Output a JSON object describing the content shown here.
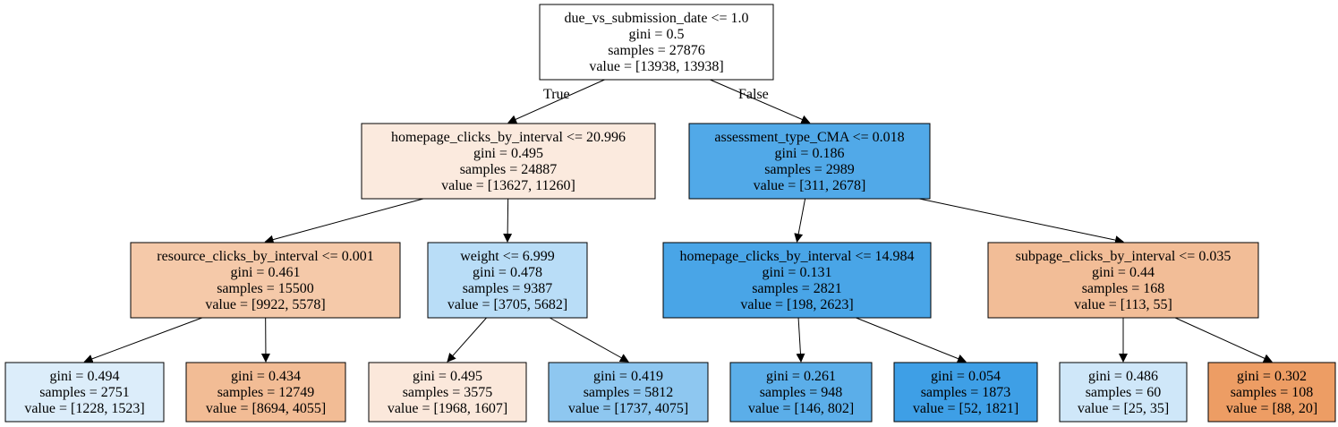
{
  "diagram": {
    "edge_labels": {
      "true": "True",
      "false": "False"
    },
    "nodes": [
      {
        "id": "root",
        "fill": "#ffffff",
        "lines": [
          "due_vs_submission_date <= 1.0",
          "gini = 0.5",
          "samples = 27876",
          "value = [13938, 13938]"
        ]
      },
      {
        "id": "n1",
        "fill": "#fbeade",
        "lines": [
          "homepage_clicks_by_interval <= 20.996",
          "gini = 0.495",
          "samples = 24887",
          "value = [13627, 11260]"
        ]
      },
      {
        "id": "n2",
        "fill": "#51a9e8",
        "lines": [
          "assessment_type_CMA <= 0.018",
          "gini = 0.186",
          "samples = 2989",
          "value = [311, 2678]"
        ]
      },
      {
        "id": "n3",
        "fill": "#f5c9a9",
        "lines": [
          "resource_clicks_by_interval <= 0.001",
          "gini = 0.461",
          "samples = 15500",
          "value = [9922, 5578]"
        ]
      },
      {
        "id": "n4",
        "fill": "#b9ddf7",
        "lines": [
          "weight <= 6.999",
          "gini = 0.478",
          "samples = 9387",
          "value = [3705, 5682]"
        ]
      },
      {
        "id": "n5",
        "fill": "#49a5e7",
        "lines": [
          "homepage_clicks_by_interval <= 14.984",
          "gini = 0.131",
          "samples = 2821",
          "value = [198, 2623]"
        ]
      },
      {
        "id": "n6",
        "fill": "#f2bd97",
        "lines": [
          "subpage_clicks_by_interval <= 0.035",
          "gini = 0.44",
          "samples = 168",
          "value = [113, 55]"
        ]
      },
      {
        "id": "n7",
        "fill": "#dcedfa",
        "lines": [
          "gini = 0.494",
          "samples = 2751",
          "value = [1228, 1523]"
        ]
      },
      {
        "id": "n8",
        "fill": "#f2bc95",
        "lines": [
          "gini = 0.434",
          "samples = 12749",
          "value = [8694, 4055]"
        ]
      },
      {
        "id": "n9",
        "fill": "#fbe8db",
        "lines": [
          "gini = 0.495",
          "samples = 3575",
          "value = [1968, 1607]"
        ]
      },
      {
        "id": "n10",
        "fill": "#8ec7f0",
        "lines": [
          "gini = 0.419",
          "samples = 5812",
          "value = [1737, 4075]"
        ]
      },
      {
        "id": "n11",
        "fill": "#5baee9",
        "lines": [
          "gini = 0.261",
          "samples = 948",
          "value = [146, 802]"
        ]
      },
      {
        "id": "n12",
        "fill": "#3e9fe6",
        "lines": [
          "gini = 0.054",
          "samples = 1873",
          "value = [52, 1821]"
        ]
      },
      {
        "id": "n13",
        "fill": "#cfe7f9",
        "lines": [
          "gini = 0.486",
          "samples = 60",
          "value = [25, 35]"
        ]
      },
      {
        "id": "n14",
        "fill": "#ed9d64",
        "lines": [
          "gini = 0.302",
          "samples = 108",
          "value = [88, 20]"
        ]
      }
    ],
    "edges": [
      [
        "root",
        "n1"
      ],
      [
        "root",
        "n2"
      ],
      [
        "n1",
        "n3"
      ],
      [
        "n1",
        "n4"
      ],
      [
        "n2",
        "n5"
      ],
      [
        "n2",
        "n6"
      ],
      [
        "n3",
        "n7"
      ],
      [
        "n3",
        "n8"
      ],
      [
        "n4",
        "n9"
      ],
      [
        "n4",
        "n10"
      ],
      [
        "n5",
        "n11"
      ],
      [
        "n5",
        "n12"
      ],
      [
        "n6",
        "n13"
      ],
      [
        "n6",
        "n14"
      ]
    ]
  }
}
